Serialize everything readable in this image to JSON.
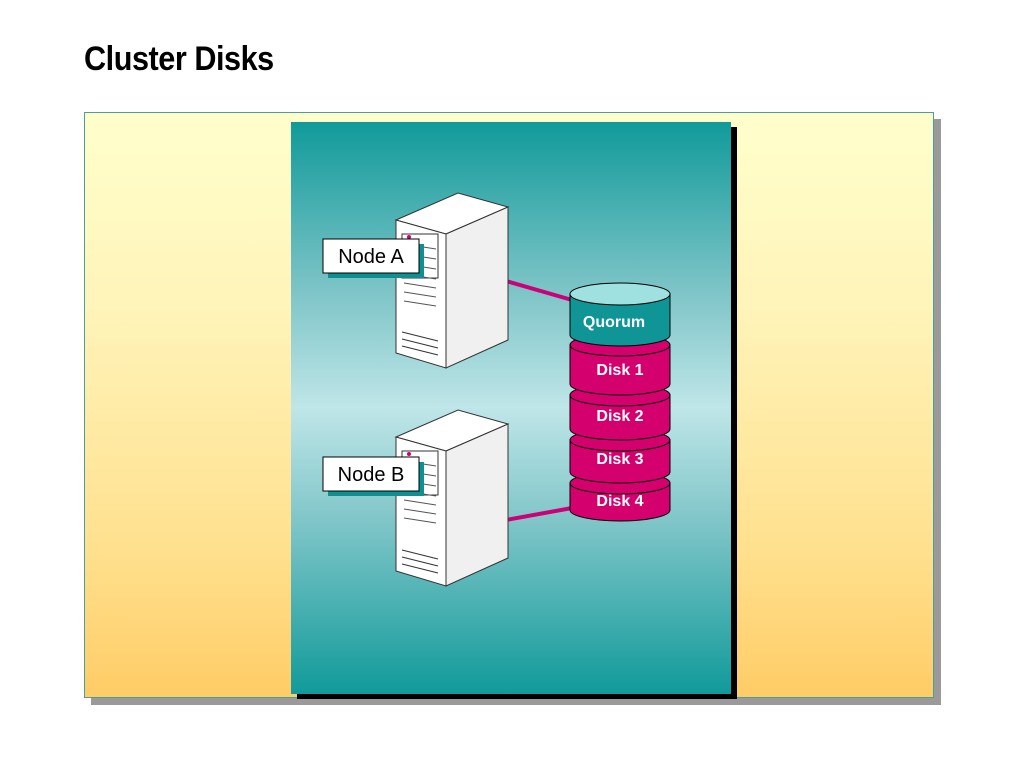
{
  "title": "Cluster Disks",
  "nodes": [
    {
      "label": "Node A"
    },
    {
      "label": "Node B"
    }
  ],
  "disks": [
    {
      "label": "Quorum",
      "color": "#0f9595"
    },
    {
      "label": "Disk 1",
      "color": "#d4006e"
    },
    {
      "label": "Disk 2",
      "color": "#d4006e"
    },
    {
      "label": "Disk 3",
      "color": "#d4006e"
    },
    {
      "label": "Disk 4",
      "color": "#d4006e"
    }
  ],
  "colors": {
    "connector": "#cc0077",
    "panel_teal": "#119a9a",
    "frame_border": "#4a9ea0"
  }
}
